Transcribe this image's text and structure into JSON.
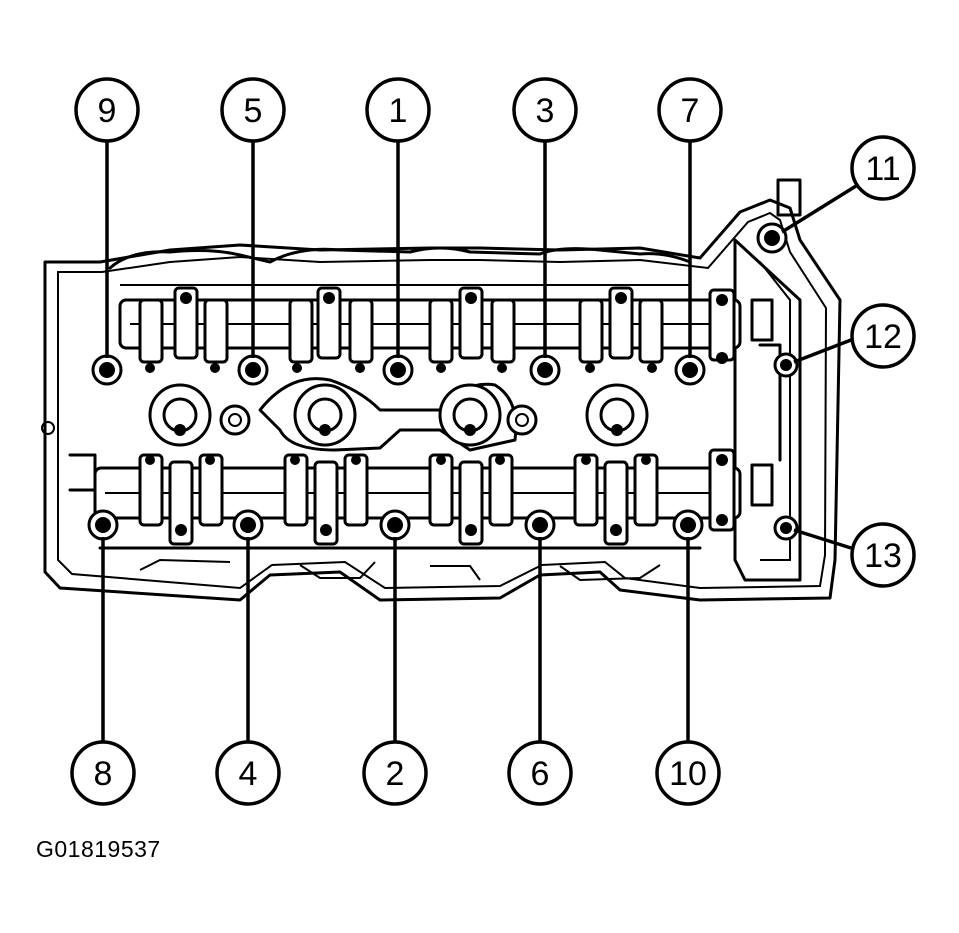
{
  "figure_code": "G01819537",
  "callouts": {
    "c1": "1",
    "c2": "2",
    "c3": "3",
    "c4": "4",
    "c5": "5",
    "c6": "6",
    "c7": "7",
    "c8": "8",
    "c9": "9",
    "c10": "10",
    "c11": "11",
    "c12": "12",
    "c13": "13"
  },
  "colors": {
    "ink": "#000000",
    "paper": "#ffffff"
  }
}
